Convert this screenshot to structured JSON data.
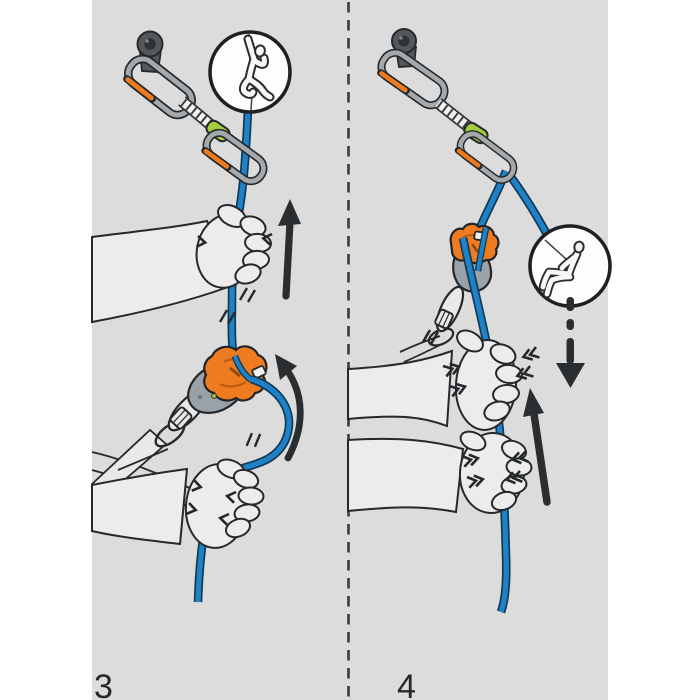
{
  "page": {
    "background_color": "#ffffff",
    "panel_background_color": "#dcdcdc",
    "divider": "vertical-dashed-line"
  },
  "colors": {
    "rope_blue": "#1f82c6",
    "rope_outline": "#123a57",
    "device_orange": "#ee7b1f",
    "keeper_green": "#a5cc3e",
    "carabiner_gray": "#a3a9ad",
    "hanger_gray": "#53585c",
    "outline_dark": "#26292b",
    "arrow_black": "#2b2e31",
    "hand_fill": "#ececec"
  },
  "panels": [
    {
      "step_label": "3",
      "inset_icon": "climber-ascending-icon",
      "icons": [
        "bolt-hanger-icon",
        "quickdraw-icon",
        "rope-icon",
        "belay-device-icon",
        "screwgate-carabiner-icon",
        "harness-belay-loop",
        "upper-grip-hand",
        "brake-hand",
        "up-arrow-icon",
        "curved-up-arrow-icon",
        "squeeze-chevrons",
        "motion-ticks"
      ]
    },
    {
      "step_label": "4",
      "inset_icon": "climber-sitting-icon",
      "icons": [
        "bolt-hanger-icon",
        "quickdraw-icon",
        "rope-icon",
        "belay-device-icon",
        "screwgate-carabiner-icon",
        "harness-belay-loop",
        "upper-grip-hand",
        "lower-grip-hand",
        "dashed-down-arrow-icon",
        "up-arrow-icon",
        "slide-chevrons",
        "motion-ticks"
      ]
    }
  ]
}
